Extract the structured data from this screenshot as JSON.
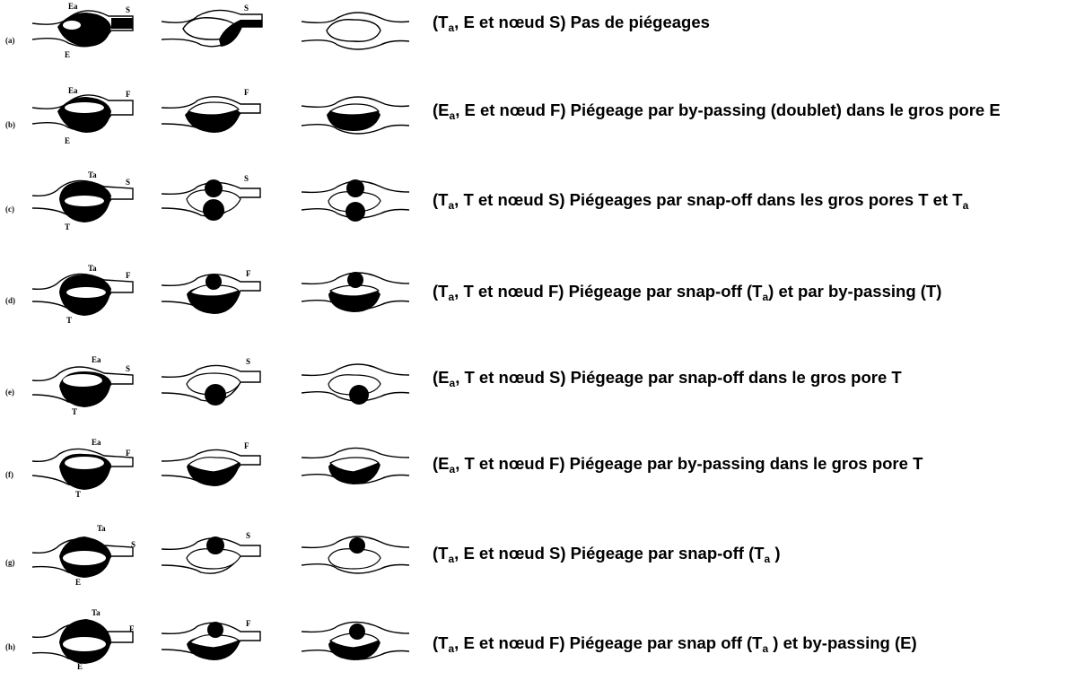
{
  "rows": [
    {
      "label": "(a)",
      "pore_labels": [
        "Ea",
        "S",
        "E"
      ],
      "caption": {
        "open": "(",
        "lead": "T",
        "lead_sub": "a",
        "rest": ", E et nœud S)  Pas de piégeages",
        "mid_sub": "",
        "after_mid": "",
        "tail_sub": "",
        "tail": ""
      }
    },
    {
      "label": "(b)",
      "pore_labels": [
        "Ea",
        "F",
        "E"
      ],
      "caption": {
        "open": "(",
        "lead": "E",
        "lead_sub": "a",
        "rest": ", E et nœud F) Piégeage par by-passing (doublet) dans le gros pore E",
        "mid_sub": "",
        "after_mid": "",
        "tail_sub": "",
        "tail": ""
      }
    },
    {
      "label": "(c)",
      "pore_labels": [
        "Ta",
        "S",
        "T"
      ],
      "caption": {
        "open": "(",
        "lead": "T",
        "lead_sub": "a",
        "rest": ", T et nœud S) Piégeages par snap-off dans les gros pores T et T",
        "mid_sub": "",
        "after_mid": "",
        "tail_sub": "a",
        "tail": ""
      }
    },
    {
      "label": "(d)",
      "pore_labels": [
        "Ta",
        "F",
        "T"
      ],
      "caption": {
        "open": "(",
        "lead": "T",
        "lead_sub": "a",
        "rest": ", T et nœud F) Piégeage par snap-off (T",
        "mid_sub": "a",
        "after_mid": ") et par by-passing (T)",
        "tail_sub": "",
        "tail": ""
      }
    },
    {
      "label": "(e)",
      "pore_labels": [
        "Ea",
        "S",
        "T"
      ],
      "caption": {
        "open": "(",
        "lead": "E",
        "lead_sub": "a",
        "rest": ", T et nœud S) Piégeage par snap-off dans le gros pore T",
        "mid_sub": "",
        "after_mid": "",
        "tail_sub": "",
        "tail": ""
      }
    },
    {
      "label": "(f)",
      "pore_labels": [
        "Ea",
        "F",
        "T"
      ],
      "caption": {
        "open": "(",
        "lead": "E",
        "lead_sub": "a",
        "rest": ", T et nœud F) Piégeage par by-passing dans le gros pore T",
        "mid_sub": "",
        "after_mid": "",
        "tail_sub": "",
        "tail": ""
      }
    },
    {
      "label": "(g)",
      "pore_labels": [
        "Ta",
        "S",
        "E"
      ],
      "caption": {
        "open": "(",
        "lead": "T",
        "lead_sub": "a",
        "rest": ", E et nœud S) Piégeage par snap-off (T",
        "mid_sub": "a",
        "after_mid": " )",
        "tail_sub": "",
        "tail": ""
      }
    },
    {
      "label": "(h)",
      "pore_labels": [
        "Ta",
        "F",
        "E"
      ],
      "caption": {
        "open": "(",
        "lead": "T",
        "lead_sub": "a",
        "rest": ", E et nœud F) Piégeage par snap off (T",
        "mid_sub": "a",
        "after_mid": " ) et by-passing (E)",
        "tail_sub": "",
        "tail": ""
      }
    }
  ]
}
